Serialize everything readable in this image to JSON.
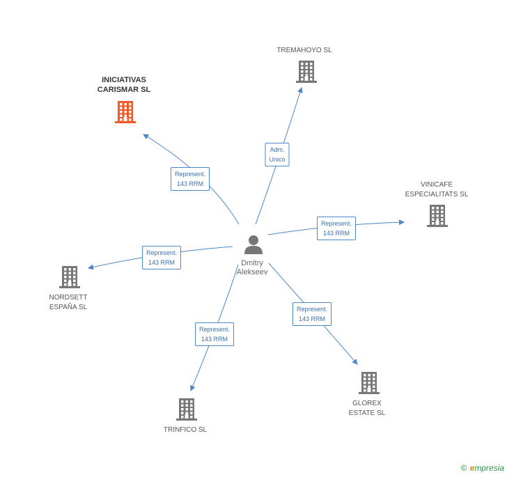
{
  "center": {
    "name_line1": "Dmitry",
    "name_line2": "Alekseev"
  },
  "companies": [
    {
      "id": "iniciativas",
      "line1": "INICIATIVAS",
      "line2": "CARISMAR SL",
      "color": "#f05a28",
      "main": true
    },
    {
      "id": "tremahoyo",
      "line1": "TREMAHOYO SL",
      "line2": "",
      "color": "#777777"
    },
    {
      "id": "vinicafe",
      "line1": "VINICAFE",
      "line2": "ESPECIALITATS SL",
      "color": "#777777"
    },
    {
      "id": "nordsett",
      "line1": "NORDSETT",
      "line2": "ESPAÑA SL",
      "color": "#777777"
    },
    {
      "id": "glorex",
      "line1": "GLOREX",
      "line2": "ESTATE SL",
      "color": "#777777"
    },
    {
      "id": "trinfico",
      "line1": "TRINFICO SL",
      "line2": "",
      "color": "#777777"
    }
  ],
  "relations": [
    {
      "target": "iniciativas",
      "line1": "Represent.",
      "line2": "143 RRM"
    },
    {
      "target": "tremahoyo",
      "line1": "Adm.",
      "line2": "Unico"
    },
    {
      "target": "vinicafe",
      "line1": "Represent.",
      "line2": "143 RRM"
    },
    {
      "target": "nordsett",
      "line1": "Represent.",
      "line2": "143 RRM"
    },
    {
      "target": "glorex",
      "line1": "Represent.",
      "line2": "143 RRM"
    },
    {
      "target": "trinfico",
      "line1": "Represent.",
      "line2": "143 RRM"
    }
  ],
  "footer": {
    "copyright": "©",
    "brand_initial": "e",
    "brand_rest": "mpresia"
  },
  "colors": {
    "edge": "#4a86c8",
    "person": "#777777"
  }
}
